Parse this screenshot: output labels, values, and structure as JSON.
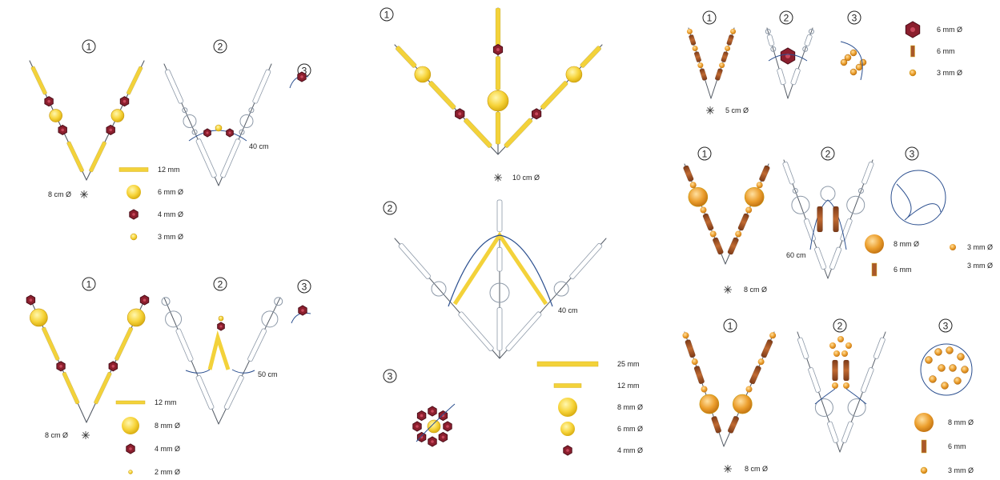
{
  "colors": {
    "yellow_tube": "#f3d23a",
    "yellow_tube_edge": "#d8b21d",
    "yellow_bead": "#f7d43a",
    "ruby_bead": "#8b1f2e",
    "amber_bead": "#e79c2c",
    "brown_tube": "#a9582a",
    "wire": "#555c66",
    "wire_blue": "#2b4f8f",
    "clear_outline": "#8d99a8"
  },
  "step_numbers": [
    "1",
    "2",
    "3"
  ],
  "panels": {
    "panel_a": {
      "star_label": "8 cm Ø",
      "length_note": "40 cm",
      "legend": [
        {
          "type": "tube",
          "label": "12 mm"
        },
        {
          "type": "round",
          "label": "6 mm Ø"
        },
        {
          "type": "hex",
          "label": "4 mm Ø"
        },
        {
          "type": "small",
          "label": "3 mm Ø"
        }
      ]
    },
    "panel_b": {
      "star_label": "8 cm Ø",
      "length_note": "50 cm",
      "legend": [
        {
          "type": "tube",
          "label": "12 mm"
        },
        {
          "type": "round",
          "label": "8 mm Ø"
        },
        {
          "type": "hex",
          "label": "4 mm Ø"
        },
        {
          "type": "small",
          "label": "2 mm Ø"
        }
      ]
    },
    "panel_c": {
      "star_label": "10 cm Ø",
      "length_note": "40 cm",
      "legend": [
        {
          "type": "tube",
          "label": "25 mm"
        },
        {
          "type": "tube",
          "label": "12 mm"
        },
        {
          "type": "round",
          "label": "8 mm Ø"
        },
        {
          "type": "round",
          "label": "6 mm Ø"
        },
        {
          "type": "hex",
          "label": "4 mm Ø"
        }
      ]
    },
    "panel_d": {
      "star_label": "5 cm Ø",
      "legend": [
        {
          "type": "hex",
          "label": "6 mm Ø"
        },
        {
          "type": "tube",
          "label": "6 mm"
        },
        {
          "type": "small",
          "label": "3 mm Ø"
        }
      ]
    },
    "panel_e": {
      "star_label": "8 cm Ø",
      "length_note": "60 cm",
      "legend": [
        {
          "type": "round",
          "label": "8 mm Ø"
        },
        {
          "type": "tube",
          "label": "6 mm"
        },
        {
          "type": "small",
          "label": "3 mm Ø"
        },
        {
          "type": "small",
          "label": "3 mm Ø"
        }
      ]
    },
    "panel_f": {
      "star_label": "8 cm Ø",
      "legend": [
        {
          "type": "round",
          "label": "8 mm Ø"
        },
        {
          "type": "tube",
          "label": "6 mm"
        },
        {
          "type": "small",
          "label": "3 mm Ø"
        }
      ]
    }
  }
}
